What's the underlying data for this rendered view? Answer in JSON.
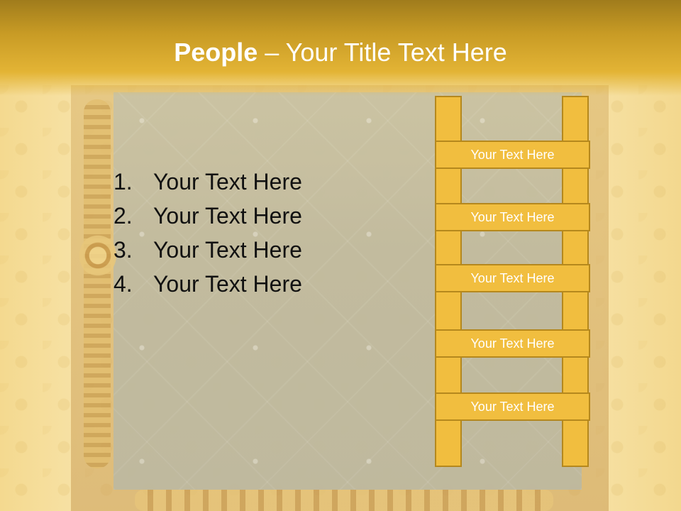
{
  "slide": {
    "title_bold": "People",
    "title_rest": " – Your Title Text Here",
    "list": [
      {
        "number": "1.",
        "text": "Your Text Here"
      },
      {
        "number": "2.",
        "text": "Your Text Here"
      },
      {
        "number": "3.",
        "text": "Your Text Here"
      },
      {
        "number": "4.",
        "text": "Your Text Here"
      }
    ],
    "ladder": {
      "steps": [
        "Your Text Here",
        "Your Text Here",
        "Your Text Here",
        "Your Text Here",
        "Your Text Here"
      ]
    }
  },
  "colors": {
    "title_band": "#c89b25",
    "title_text": "#ffffff",
    "ladder_fill": "#f1be3f",
    "ladder_border": "#b5881d",
    "list_text": "#111111"
  }
}
